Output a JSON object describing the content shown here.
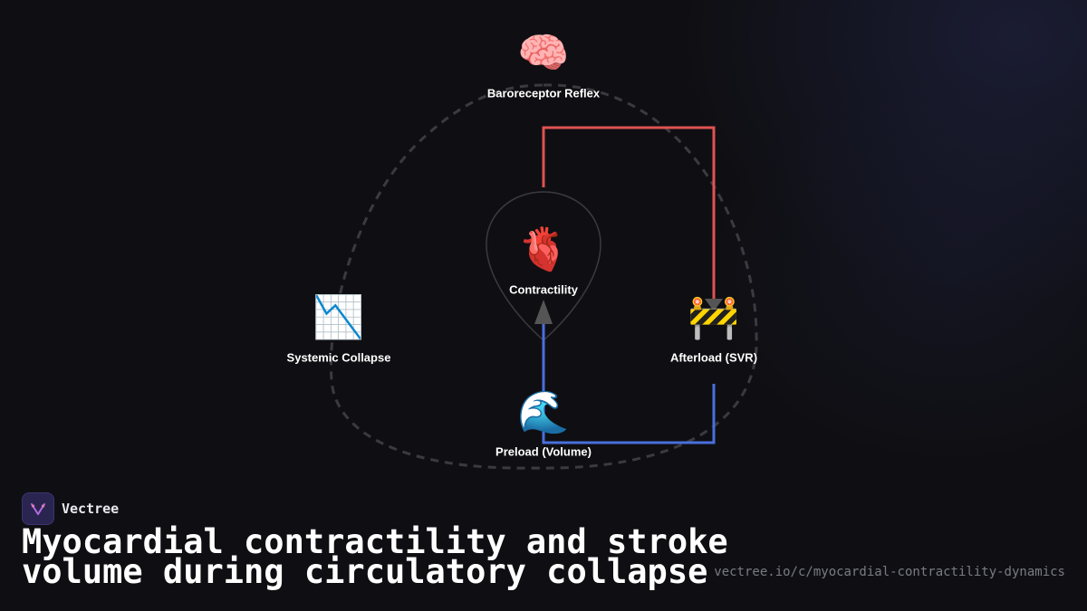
{
  "diagram": {
    "nodes": [
      {
        "id": "baroreceptor",
        "label": "Baroreceptor Reflex",
        "icon": "brain-icon",
        "glyph": "🧠"
      },
      {
        "id": "contractility",
        "label": "Contractility",
        "icon": "anatomical-heart-icon",
        "glyph": "🫀"
      },
      {
        "id": "systemic",
        "label": "Systemic Collapse",
        "icon": "chart-decreasing-icon",
        "glyph": "📉"
      },
      {
        "id": "afterload",
        "label": "Afterload (SVR)",
        "icon": "construction-barrier-icon",
        "glyph": "🚧"
      },
      {
        "id": "preload",
        "label": "Preload (Volume)",
        "icon": "water-wave-icon",
        "glyph": "🌊"
      }
    ],
    "colors": {
      "reflex_path": "#e05252",
      "volume_path": "#4a6fdc",
      "cycle_outline": "#3a3a40",
      "arrowhead": "#555555"
    }
  },
  "brand": {
    "name": "Vectree",
    "logo_icon": "vectree-logo-icon"
  },
  "title": "Myocardial contractility and stroke volume during circulatory collapse",
  "url": "vectree.io/c/myocardial-contractility-dynamics"
}
